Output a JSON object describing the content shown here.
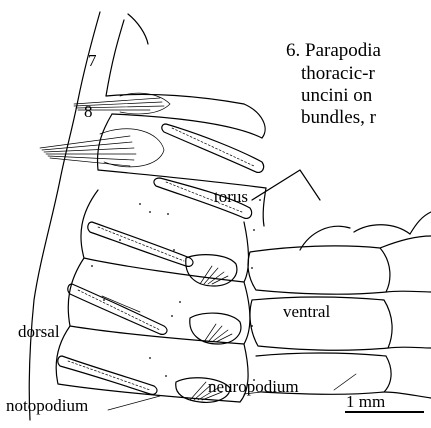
{
  "caption": {
    "lines": [
      "6. Parapodia",
      "thoracic-r",
      "uncini on",
      "bundles, r"
    ]
  },
  "segment_labels": {
    "seg7": "7",
    "seg8": "8"
  },
  "labels": {
    "torus": "torus",
    "ventral": "ventral",
    "dorsal": "dorsal",
    "neuropodium": "neuropodium",
    "notopodium": "notopodium"
  },
  "scale_bar": {
    "label": "1 mm"
  }
}
